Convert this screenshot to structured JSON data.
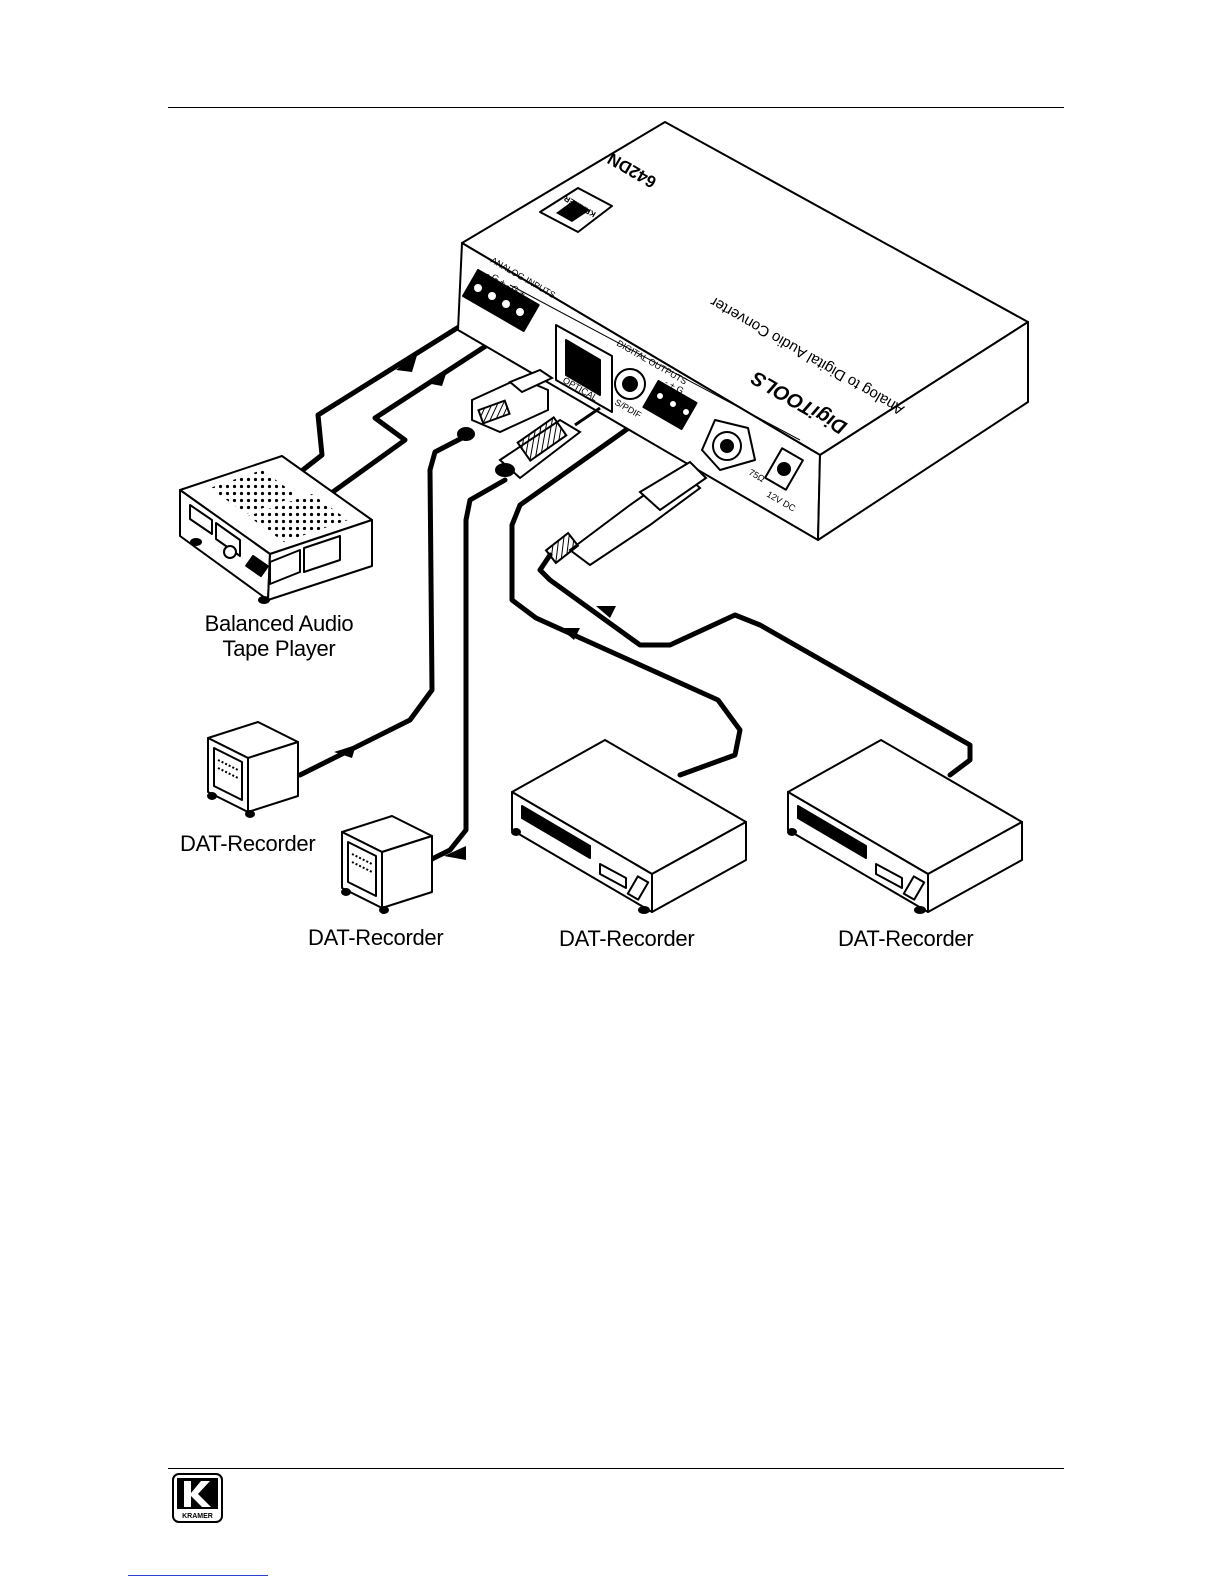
{
  "device": {
    "model": "642DN",
    "brand": "KRAMER",
    "product_line": "DigiTOOLS",
    "description": "Analog to Digital Audio Converter",
    "ports": {
      "analog_inputs": "ANALOG INPUTS",
      "analog_pins": "- G + - G +",
      "optical": "OPTICAL",
      "digital_outputs": "DIGITAL OUTPUTS",
      "digital_pins": "- + G",
      "spdif": "S/PDIF",
      "coax": "75Ω",
      "power": "12V DC"
    }
  },
  "labels": {
    "tape_player_line1": "Balanced Audio",
    "tape_player_line2": "Tape Player",
    "recorder_1": "DAT-Recorder",
    "recorder_2": "DAT-Recorder",
    "recorder_3": "DAT-Recorder",
    "recorder_4": "DAT-Recorder"
  },
  "footer": {
    "logo_text": "KRAMER"
  }
}
